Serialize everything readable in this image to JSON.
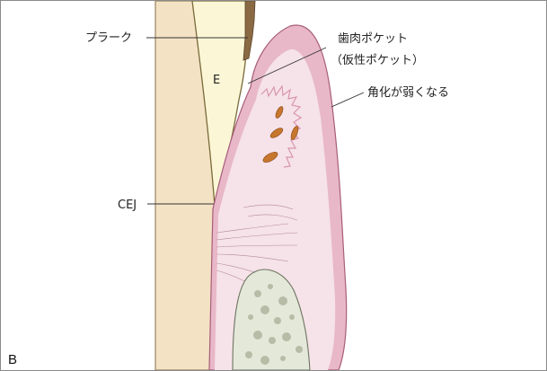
{
  "panel_label": "B",
  "labels": {
    "plaque": "プラーク",
    "enamel": "E",
    "gingival_pocket_line1": "歯肉ポケット",
    "gingival_pocket_line2": "（仮性ポケット）",
    "keratinization": "角化が弱くなる",
    "cej": "CEJ"
  },
  "colors": {
    "background": "#ffffff",
    "root": "#f3e2c4",
    "enamel": "#fbf7d6",
    "gingiva_outer": "#e8b8c8",
    "gingiva_inner": "#f6e2e9",
    "plaque": "#8a6a44",
    "inflammation_spots": "#c7762e",
    "bone": "#e4e8d9",
    "bone_pores": "#b7bca7"
  }
}
